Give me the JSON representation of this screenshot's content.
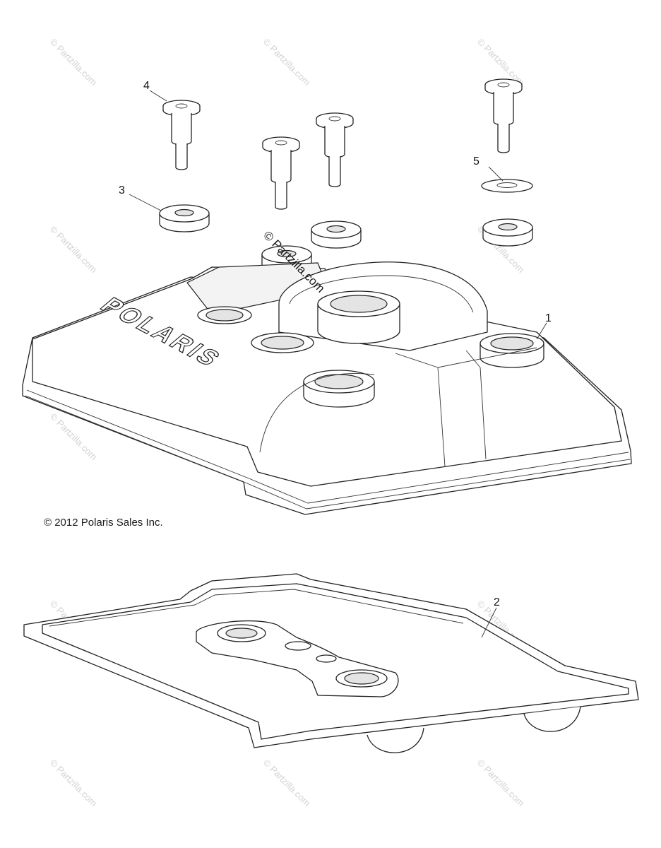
{
  "diagram": {
    "callouts": [
      {
        "id": "1",
        "label": "1"
      },
      {
        "id": "2",
        "label": "2"
      },
      {
        "id": "3",
        "label": "3"
      },
      {
        "id": "4",
        "label": "4"
      },
      {
        "id": "5",
        "label": "5"
      }
    ],
    "copyright": "© 2012 Polaris Sales Inc.",
    "watermark": "© Partzilla.com",
    "center_watermark": "© Partzilla.com",
    "cover_logo": "POLARIS"
  }
}
